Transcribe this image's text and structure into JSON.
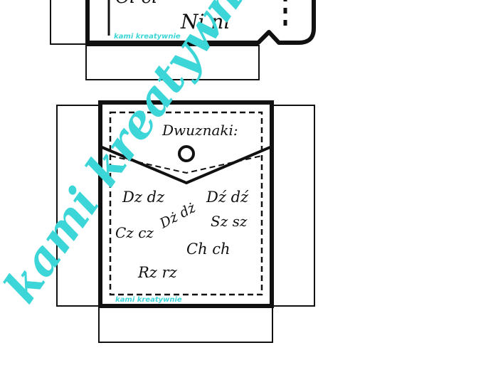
{
  "top_pocket": {
    "letters_partial": "Ci ci",
    "letters": "Ni ni",
    "watermark": "kami kreatywnie"
  },
  "main_pocket": {
    "title": "Dwuznaki:",
    "digraphs": [
      "Dz dz",
      "Dź dź",
      "Dż dż",
      "Sz sz",
      "Cz cz",
      "Ch ch",
      "Rz rz"
    ],
    "watermark": "kami kreatywnie"
  },
  "overlay_watermark": "kami kreatywnie",
  "colors": {
    "outline": "#111111",
    "watermark": "#3dd6d8",
    "paper": "#ffffff"
  }
}
